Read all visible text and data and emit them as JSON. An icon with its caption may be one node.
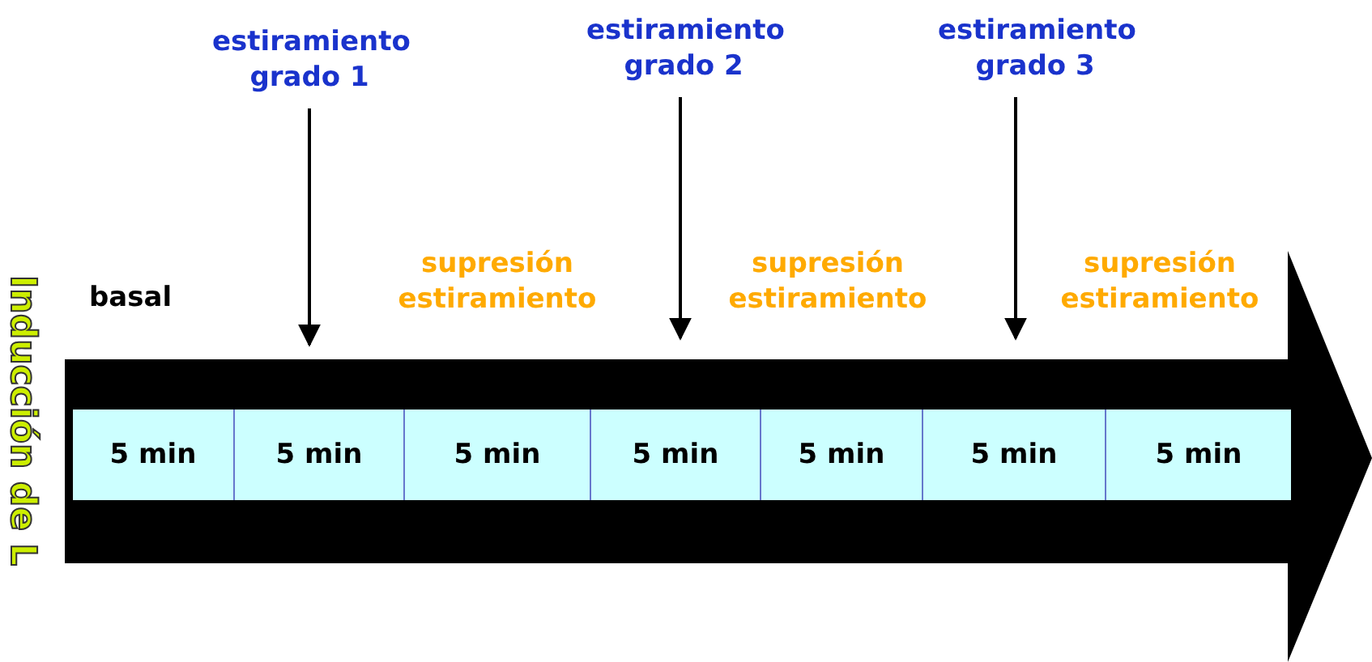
{
  "diagram": {
    "nodes": [
      {
        "text": [
          "estiramiento grado 1"
        ]
      },
      {
        "text": [
          "estiramiento grado 2"
        ]
      },
      {
        "text": [
          "estiramiento grado 3"
        ]
      },
      {
        "text": [
          "5 min"
        ]
      },
      {
        "text": [
          "5 min"
        ]
      },
      {
        "text": [
          "5 min"
        ]
      },
      {
        "text": [
          "5 min"
        ]
      },
      {
        "text": [
          "5 min"
        ]
      },
      {
        "text": [
          "5 min"
        ]
      },
      {
        "text": [
          "5 min"
        ]
      }
    ],
    "edges": [
      {
        "from": 0,
        "to": null,
        "arrow": "to"
      },
      {
        "from": 1,
        "to": null,
        "arrow": "to"
      },
      {
        "from": 2,
        "to": null,
        "arrow": "to"
      }
    ],
    "labels": [
      "Inducción de L",
      "basal",
      "supresión estiramiento",
      "supresión estiramiento",
      "supresión estiramiento"
    ]
  }
}
